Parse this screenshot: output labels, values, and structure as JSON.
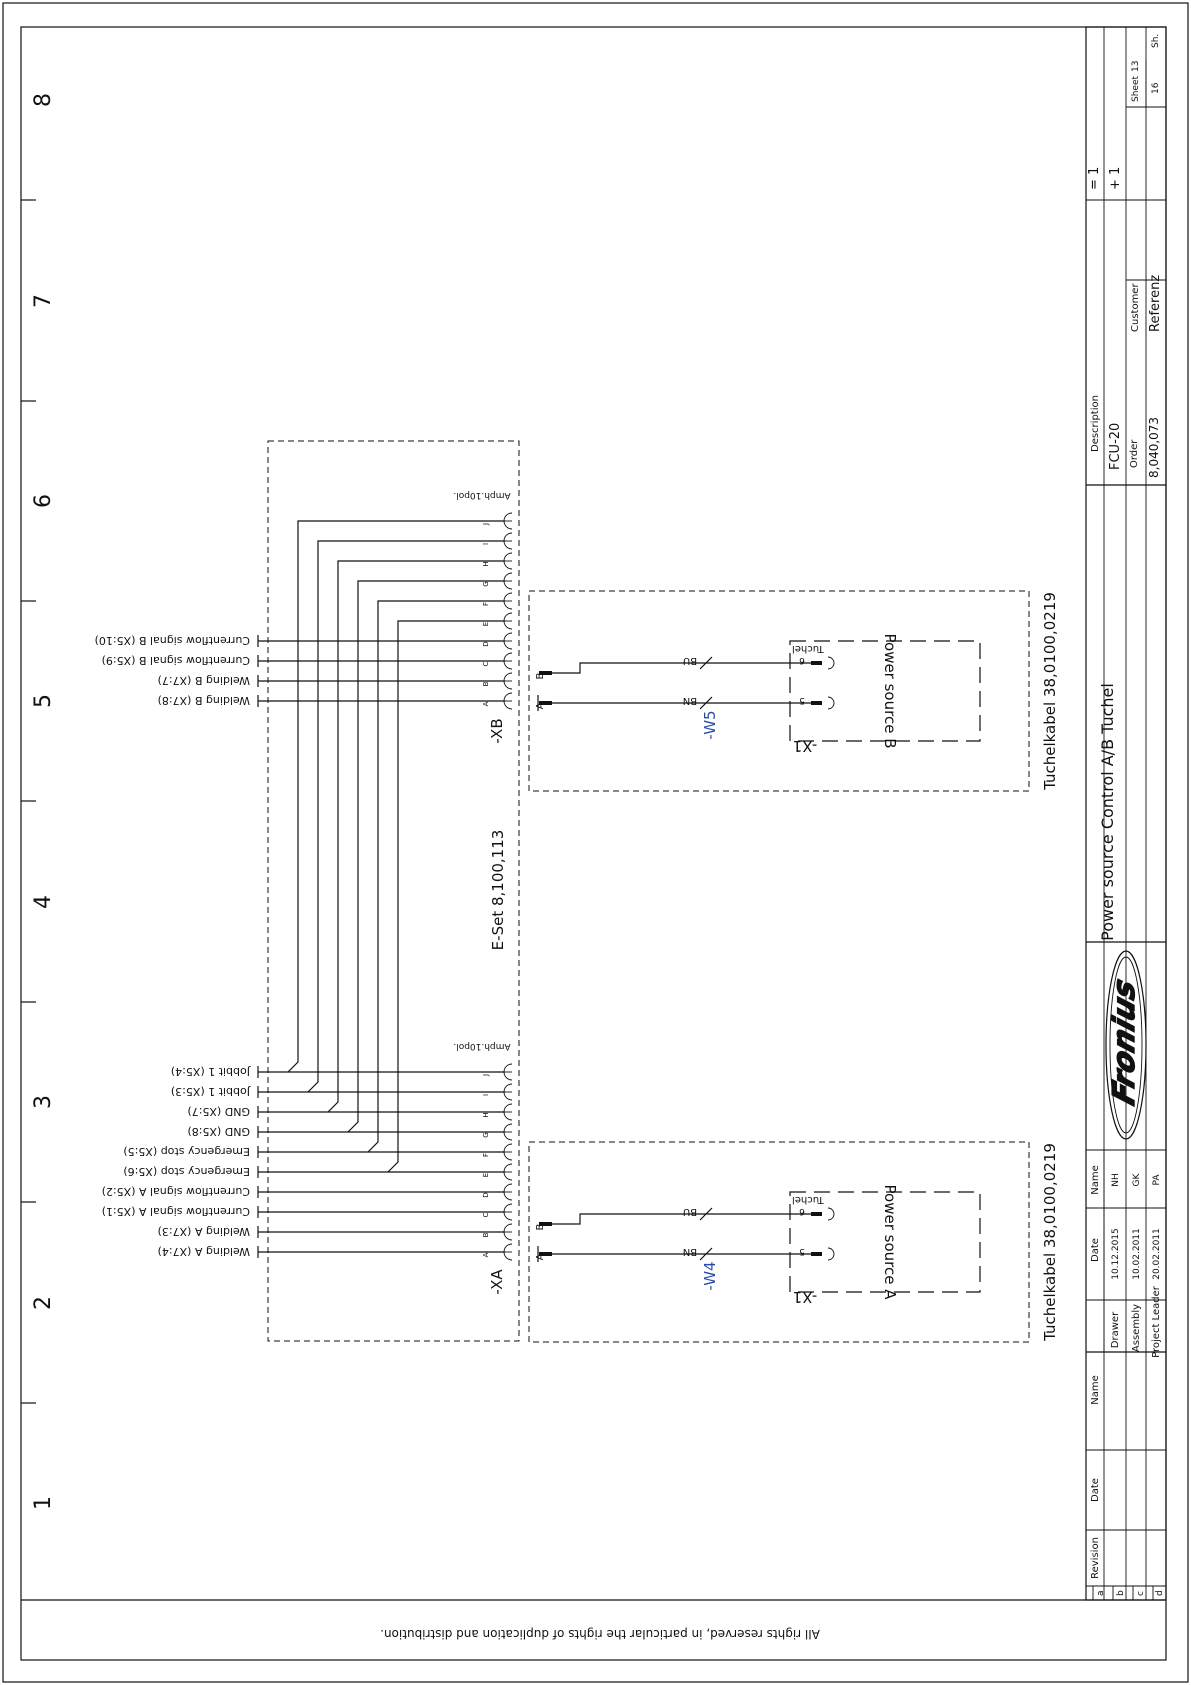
{
  "zones": [
    "1",
    "2",
    "3",
    "4",
    "5",
    "6",
    "7",
    "8"
  ],
  "copyright": "All rights reserved, in particular the rights of duplication and distribution.",
  "diagram": {
    "eset_label": "E-Set 8,100,113",
    "connectors": [
      {
        "id": "-XA",
        "ampl": "Amph.10pol.",
        "pins": [
          "A",
          "B",
          "C",
          "D",
          "E",
          "F",
          "G",
          "H",
          "I",
          "J"
        ]
      },
      {
        "id": "-XB",
        "ampl": "Amph.10pol.",
        "pins": [
          "A",
          "B",
          "C",
          "D",
          "E",
          "F",
          "G",
          "H",
          "I",
          "J"
        ]
      }
    ],
    "signals_xa": [
      "Welding A (X7:4)",
      "Welding A (X7:3)",
      "Currentflow signal A (X5:1)",
      "Currentflow signal A (X5:2)",
      "Emergency stop (X5:6)",
      "Emergency stop (X5:5)",
      "GND (X5:8)",
      "GND (X5:7)",
      "Jobbit 1 (X5:3)",
      "Jobbit 1 (X5:4)"
    ],
    "signals_xb": [
      "Welding B (X7:8)",
      "Welding B (X7:7)",
      "Currentflow signal B (X5:9)",
      "Currentflow signal B (X5:10)"
    ],
    "cables": [
      {
        "label": "Tuchelkabel 38,0100,0219",
        "wire_id": "-W4",
        "cores": [
          "BN",
          "BU"
        ],
        "pins": [
          "A",
          "B"
        ],
        "x1": "-X1",
        "x1_pins": [
          "5",
          "6"
        ],
        "tuchel": "Tuchel",
        "source": "Power source A"
      },
      {
        "label": "Tuchelkabel 38,0100,0219",
        "wire_id": "-W5",
        "cores": [
          "BN",
          "BU"
        ],
        "pins": [
          "A",
          "B"
        ],
        "x1": "-X1",
        "x1_pins": [
          "5",
          "6"
        ],
        "tuchel": "Tuchel",
        "source": "Power source B"
      }
    ]
  },
  "title_block": {
    "revision_headers": [
      "Revision",
      "Date",
      "Name"
    ],
    "revision_letters": [
      "a",
      "b",
      "c",
      "d"
    ],
    "people_headers": [
      "Date",
      "Name"
    ],
    "people": [
      {
        "role": "Drawer",
        "date": "10.12.2015",
        "name": "NH"
      },
      {
        "role": "Assembly",
        "date": "10.02.2011",
        "name": "GK"
      },
      {
        "role": "Project Leader",
        "date": "20.02.2011",
        "name": "PA"
      }
    ],
    "logo": "Fronius",
    "title": "Power source Control A/B Tuchel",
    "description_label": "Description",
    "description_value": "FCU-20",
    "order_label": "Order",
    "order_value": "8,040,073",
    "customer_label": "Customer",
    "customer_value": "Referenz",
    "eq1": "= 1",
    "plus1": "+ 1",
    "sheet_label": "Sheet",
    "sheet_value": "13",
    "sheets_total": "16",
    "sh_label": "Sh."
  }
}
